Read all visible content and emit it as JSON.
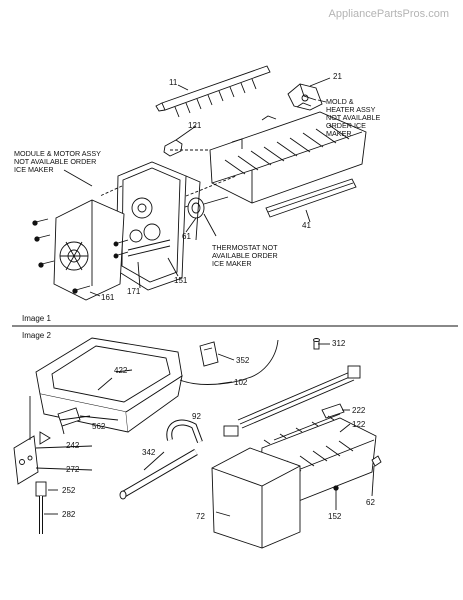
{
  "watermark": "AppliancePartsPros.com",
  "sections": {
    "image1": "Image 1",
    "image2": "Image 2"
  },
  "callouts": {
    "module_motor": "MODULE & MOTOR ASSY\nNOT AVAILABLE ORDER\nICE MAKER",
    "mold_heater": "MOLD &\nHEATER ASSY\nNOT AVAILABLE\nORDER ICE\nMAKER",
    "thermostat": "THERMOSTAT NOT\nAVAILABLE ORDER\nICE MAKER"
  },
  "part_numbers": {
    "p11": "11",
    "p21": "21",
    "p121": "121",
    "p61": "61",
    "p41": "41",
    "p151": "151",
    "p171": "171",
    "p161": "161",
    "p312": "312",
    "p352": "352",
    "p422": "422",
    "p102": "102",
    "p222": "222",
    "p122": "122",
    "p92": "92",
    "p562": "562",
    "p242": "242",
    "p272": "272",
    "p342": "342",
    "p252": "252",
    "p282": "282",
    "p72": "72",
    "p152": "152",
    "p62": "62"
  }
}
